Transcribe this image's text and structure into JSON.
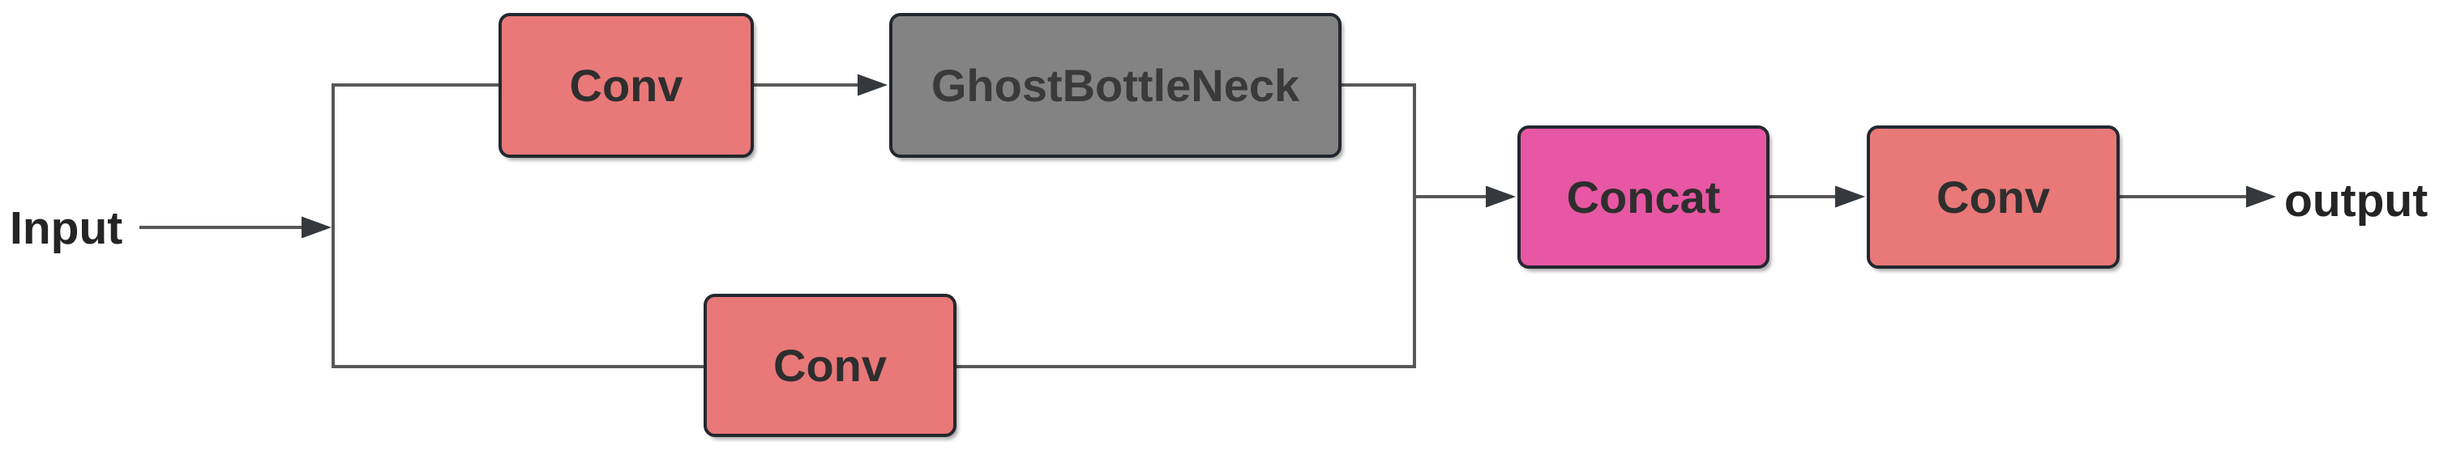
{
  "diagram": {
    "type": "flowchart",
    "background": "#FFFFFF",
    "io": {
      "input_label": "Input",
      "output_label": "output"
    },
    "nodes": [
      {
        "id": "conv_top",
        "label": "Conv",
        "fill": "#E97878",
        "border": "#232830",
        "text_color": "#2E2E2E"
      },
      {
        "id": "ghost_bottleneck",
        "label": "GhostBottleNeck",
        "fill": "#838383",
        "border": "#232830",
        "text_color": "#3A3A3A"
      },
      {
        "id": "conv_bottom",
        "label": "Conv",
        "fill": "#E97878",
        "border": "#232830",
        "text_color": "#2E2E2E"
      },
      {
        "id": "concat",
        "label": "Concat",
        "fill": "#E857A3",
        "border": "#232830",
        "text_color": "#2E2E2E"
      },
      {
        "id": "conv_out",
        "label": "Conv",
        "fill": "#E97878",
        "border": "#232830",
        "text_color": "#2E2E2E"
      }
    ],
    "edges": [
      {
        "from": "input",
        "to": "conv_top"
      },
      {
        "from": "input",
        "to": "conv_bottom"
      },
      {
        "from": "conv_top",
        "to": "ghost_bottleneck"
      },
      {
        "from": "ghost_bottleneck",
        "to": "concat"
      },
      {
        "from": "conv_bottom",
        "to": "concat"
      },
      {
        "from": "concat",
        "to": "conv_out"
      },
      {
        "from": "conv_out",
        "to": "output"
      }
    ],
    "theme": {
      "line_color": "#575757",
      "arrow_color": "#35393E"
    }
  }
}
